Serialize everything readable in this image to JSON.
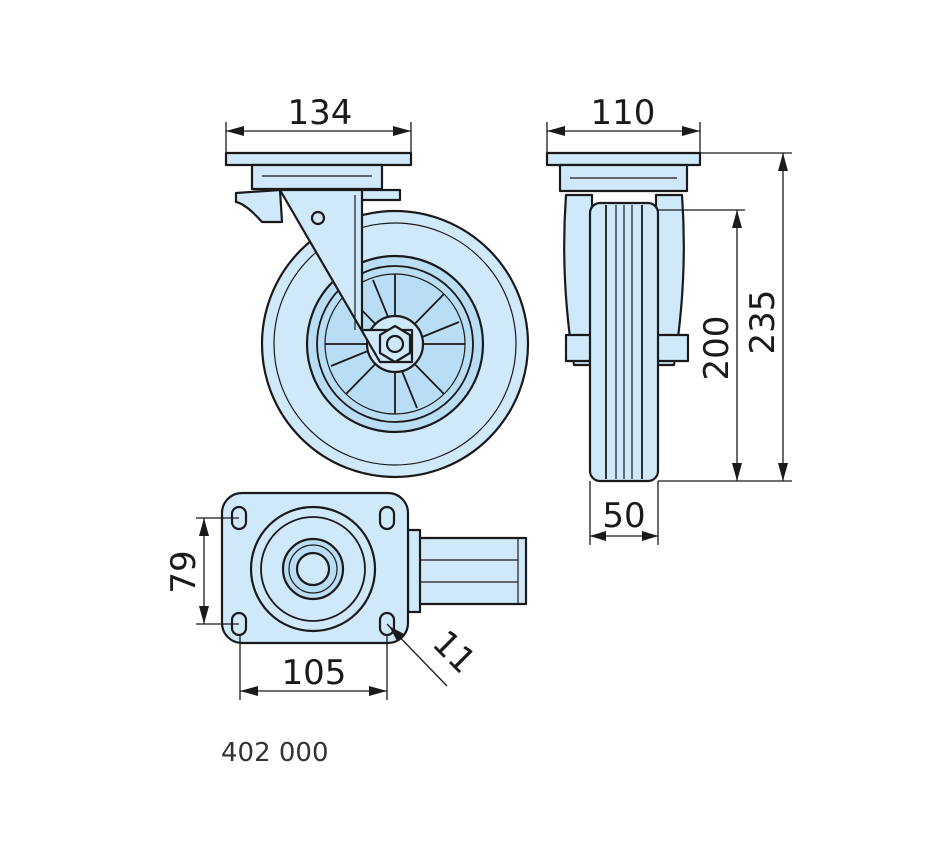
{
  "dimensions": {
    "plate_width": "134",
    "overall_width": "110",
    "overall_height": "235",
    "wheel_diameter": "200",
    "wheel_width": "50",
    "hole_spacing_y": "79",
    "hole_spacing_x": "105",
    "hole_diameter": "11"
  },
  "article_number": "402 000",
  "colors": {
    "part_fill": "#cfe9fa",
    "outline": "#1a1a1a"
  }
}
